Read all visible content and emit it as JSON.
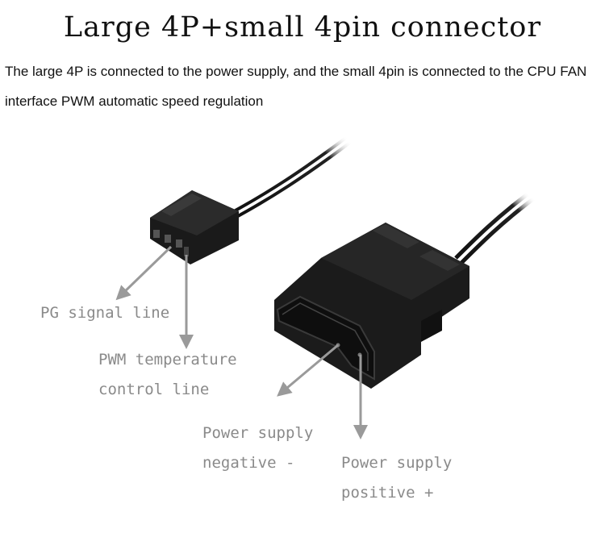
{
  "title": "Large 4P+small 4pin connector",
  "description": "The large 4P is connected to the power supply, and the small 4pin is connected to the CPU FAN interface PWM automatic speed regulation",
  "labels": {
    "pg_signal": "PG signal line",
    "pwm_line1": "PWM temperature",
    "pwm_line2": "control line",
    "neg_line1": "Power supply",
    "neg_line2": "negative -",
    "pos_line1": "Power supply",
    "pos_line2": "positive +"
  },
  "colors": {
    "connector": "#1a1a1a",
    "arrow": "#9a9a9a",
    "label": "#8a8a8a"
  }
}
